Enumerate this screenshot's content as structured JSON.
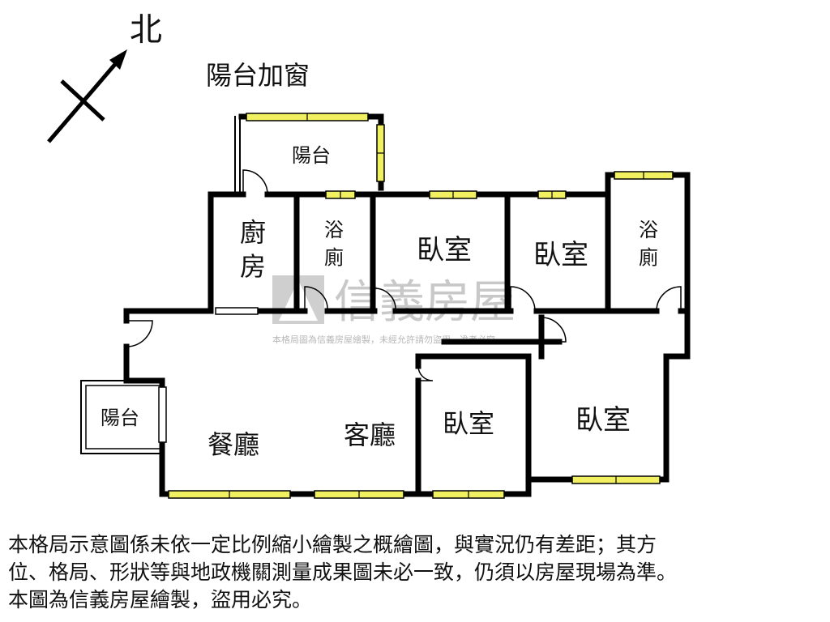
{
  "compass": {
    "north_label": "北"
  },
  "balcony_window_label": "陽台加窗",
  "rooms": {
    "balcony_top": "陽台",
    "kitchen": [
      "廚",
      "房"
    ],
    "bath_left": [
      "浴",
      "廁"
    ],
    "bedroom_top_mid": "臥室",
    "bedroom_top_right": "臥室",
    "bath_right": [
      "浴",
      "廁"
    ],
    "balcony_left": "陽台",
    "dining": "餐廳",
    "living": "客廳",
    "bedroom_bottom_mid": "臥室",
    "bedroom_bottom_right": "臥室"
  },
  "watermark": {
    "brand": "信義房屋",
    "notice": "本格局圖為信義房屋繪製，未經允許請勿盜用，違者必究"
  },
  "colors": {
    "wall": "#000000",
    "window_fill": "#f0f060",
    "watermark": "#c8c8c8"
  },
  "disclaimer": {
    "line1": "本格局示意圖係未依一定比例縮小繪製之概繪圖，與實況仍有差距；其方",
    "line2": "位、格局、形狀等與地政機關測量成果圖未必一致，仍須以房屋現場為準。",
    "line3": "本圖為信義房屋繪製，盜用必究。"
  }
}
